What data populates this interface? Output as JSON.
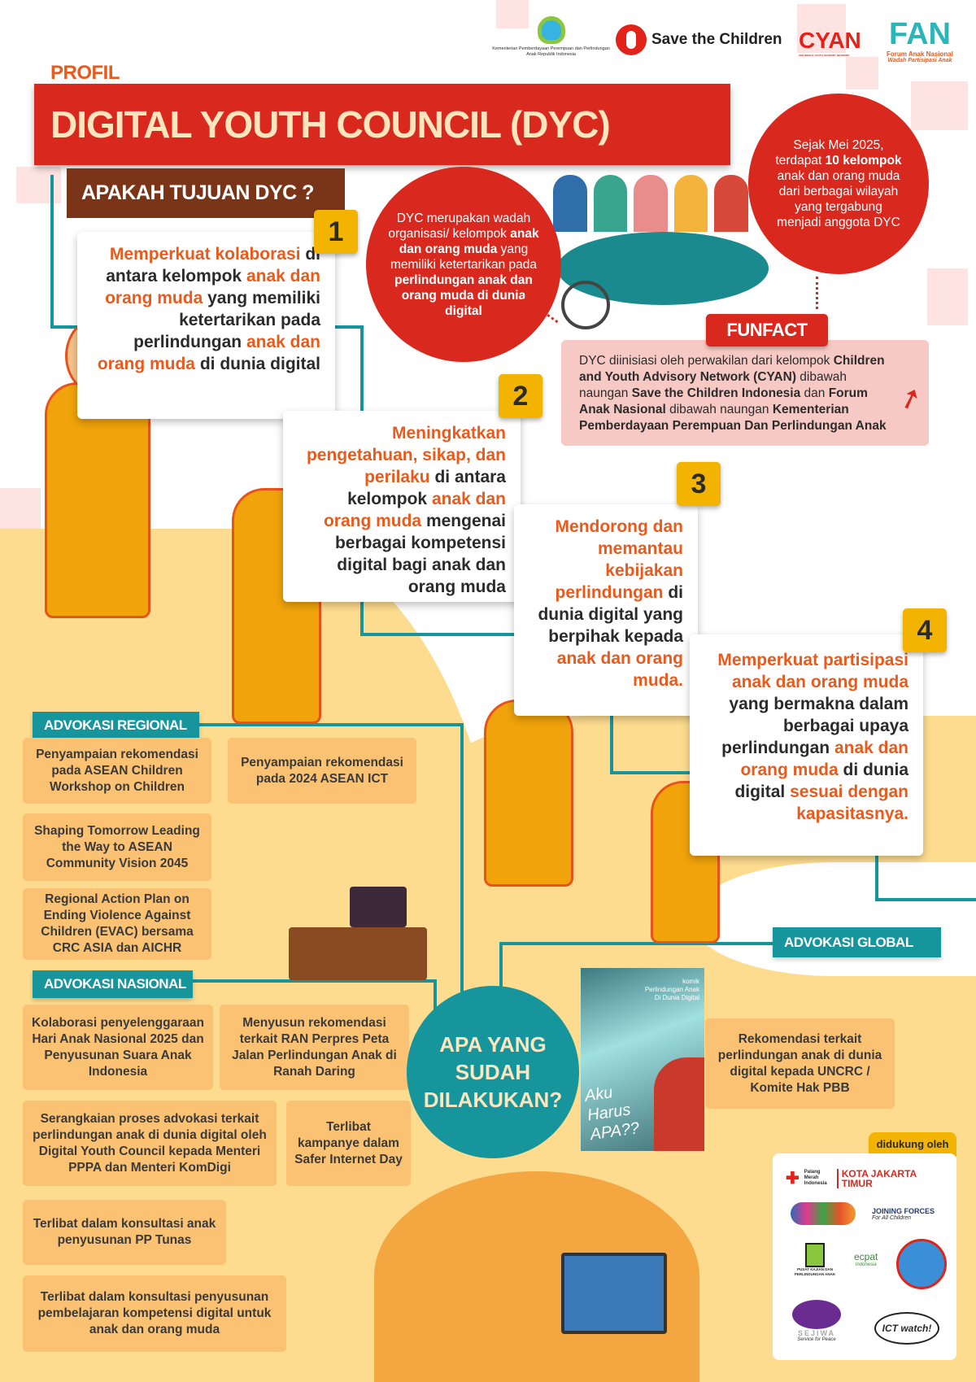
{
  "logos": {
    "kemenpppa": "Kementerian Pemberdayaan Perempuan dan Perlindungan Anak Republik Indonesia",
    "save_the_children": "Save the Children",
    "cyan": "CYAN",
    "cyan_sub": "CHILDREN & YOUTH ADVISORY NETWORK",
    "fan": "FAN",
    "fan_sub1": "Forum Anak Nasional",
    "fan_sub2": "Wadah Partisipasi Anak"
  },
  "header": {
    "kicker": "PROFIL",
    "title": "DIGITAL YOUTH COUNCIL (DYC)"
  },
  "section_title": "APAKAH TUJUAN DYC ?",
  "circle_left": [
    {
      "t": "DYC merupakan wadah organisasi/ kelompok "
    },
    {
      "t": "anak dan orang muda",
      "b": true
    },
    {
      "t": " yang memiliki ketertarikan pada "
    },
    {
      "t": "perlindungan anak dan orang muda di dunia digital",
      "b": true
    }
  ],
  "circle_right": [
    {
      "t": "Sejak Mei 2025, terdapat "
    },
    {
      "t": "10 kelompok",
      "b": true
    },
    {
      "t": " anak dan orang muda dari berbagai wilayah yang tergabung menjadi anggota DYC"
    }
  ],
  "funfact": {
    "label": "FUNFACT",
    "text": [
      {
        "t": "DYC diinisiasi oleh perwakilan dari kelompok "
      },
      {
        "t": "Children and Youth Advisory Network (CYAN)",
        "b": true
      },
      {
        "t": " dibawah naungan "
      },
      {
        "t": "Save the Children Indonesia",
        "b": true
      },
      {
        "t": " dan "
      },
      {
        "t": "Forum Anak Nasional",
        "b": true
      },
      {
        "t": " dibawah naungan "
      },
      {
        "t": "Kementerian Pemberdayaan Perempuan Dan Perlindungan Anak",
        "b": true
      }
    ]
  },
  "goals": [
    {
      "number": "1",
      "text": [
        {
          "t": "Memperkuat kolaborasi",
          "hl": true
        },
        {
          "t": " di antara kelompok "
        },
        {
          "t": "anak dan orang muda",
          "hl": true
        },
        {
          "t": " yang memiliki ketertarikan pada perlindungan "
        },
        {
          "t": "anak dan orang muda",
          "hl": true
        },
        {
          "t": " di dunia digital"
        }
      ]
    },
    {
      "number": "2",
      "text": [
        {
          "t": "Meningkatkan pengetahuan, sikap, dan perilaku",
          "hl": true
        },
        {
          "t": " di antara kelompok "
        },
        {
          "t": "anak dan orang muda",
          "hl": true
        },
        {
          "t": " mengenai berbagai kompetensi digital bagi anak dan orang muda"
        }
      ]
    },
    {
      "number": "3",
      "text": [
        {
          "t": "Mendorong dan memantau kebijakan perlindungan",
          "hl": true
        },
        {
          "t": " di dunia digital yang berpihak kepada "
        },
        {
          "t": "anak dan orang muda.",
          "hl": true
        }
      ]
    },
    {
      "number": "4",
      "text": [
        {
          "t": "Memperkuat partisipasi anak dan orang muda",
          "hl": true
        },
        {
          "t": " yang bermakna dalam berbagai upaya perlindungan "
        },
        {
          "t": "anak dan orang muda",
          "hl": true
        },
        {
          "t": " di dunia digital "
        },
        {
          "t": "sesuai dengan kapasitasnya.",
          "hl": true
        }
      ]
    }
  ],
  "regional": {
    "label": "ADVOKASI REGIONAL",
    "items": [
      "Penyampaian rekomendasi pada ASEAN Children Workshop on Children",
      "Penyampaian rekomendasi pada 2024 ASEAN ICT",
      "Shaping Tomorrow Leading the Way to ASEAN Community Vision 2045",
      "Regional Action Plan on Ending Violence Against Children (EVAC) bersama CRC ASIA dan AICHR"
    ]
  },
  "nasional": {
    "label": "ADVOKASI NASIONAL",
    "items": [
      "Kolaborasi penyelenggaraan Hari Anak Nasional 2025 dan Penyusunan Suara Anak Indonesia",
      "Menyusun rekomendasi terkait RAN Perpres Peta Jalan Perlindungan Anak di Ranah Daring",
      "Serangkaian proses advokasi terkait perlindungan anak di dunia digital oleh Digital Youth Council kepada Menteri PPPA dan Menteri KomDigi",
      "Terlibat kampanye dalam Safer Internet Day",
      "Terlibat dalam konsultasi anak penyusunan PP Tunas",
      "Terlibat dalam konsultasi penyusunan pembelajaran kompetensi digital untuk anak dan orang muda"
    ]
  },
  "center_circle": "APA YANG SUDAH DILAKUKAN?",
  "global": {
    "label": "ADVOKASI GLOBAL",
    "items": [
      "Rekomendasi terkait perlindungan anak di dunia digital kepada UNCRC / Komite Hak PBB"
    ],
    "comic": {
      "kicker": "komik",
      "title1": "Perlindungan Anak",
      "title2": "Di Dunia Digital",
      "handwritten": "Aku Harus APA??"
    }
  },
  "supporters": {
    "label": "didukung oleh",
    "pmi": "Palang Merah Indonesia",
    "kota": "KOTA JAKARTA TIMUR",
    "jf": "JOINING FORCES",
    "jf_sub": "For All Children",
    "pkpa": "PUSAT KAJIAN DAN PERLINDUNGAN ANAK",
    "ecpat": "ecpat",
    "ecpat_sub": "Indonesia",
    "sejiwa": "SEJIWA",
    "sejiwa_sub": "Service for Peace",
    "ict": "ICT watch!"
  },
  "colors": {
    "red": "#d9291f",
    "teal": "#17959c",
    "yellow": "#f2b400",
    "orange": "#ea5a1c",
    "sand": "#fddc8f",
    "box": "#fbc273",
    "brown": "#7a3417"
  }
}
